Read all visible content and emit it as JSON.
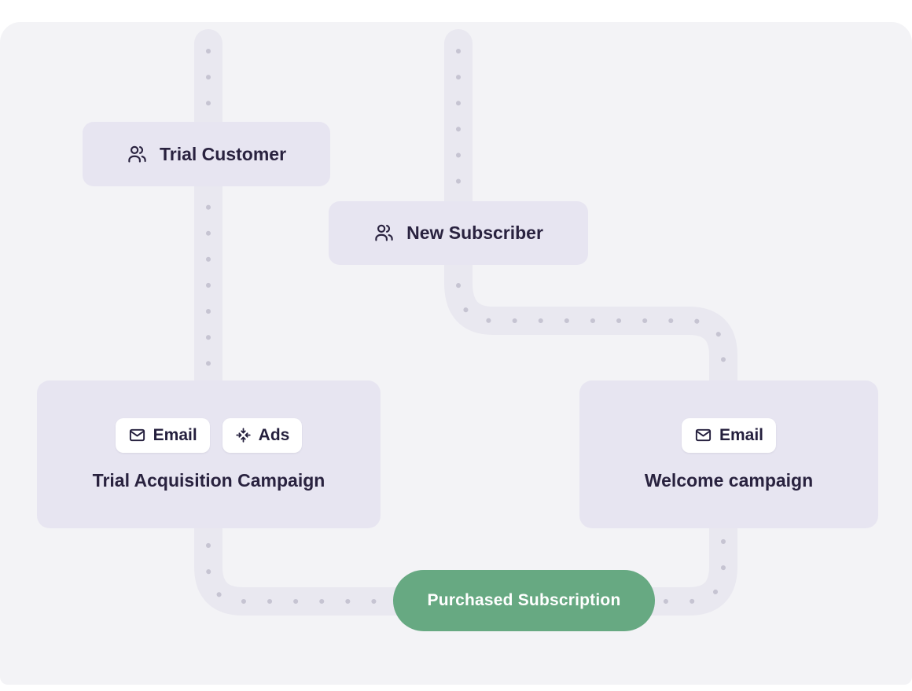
{
  "theme": {
    "canvas_background": "#f3f3f6",
    "track_color": "#e9e8f0",
    "dot_color": "#c6c4d2",
    "node_background": "#e7e5f1",
    "node_text_color": "#29223f",
    "chip_background": "#ffffff",
    "goal_green": "#67a982",
    "goal_text_color": "#ffffff"
  },
  "nodes": {
    "trial_customer": {
      "label": "Trial Customer",
      "icon": "people-icon"
    },
    "new_subscriber": {
      "label": "New Subscriber",
      "icon": "people-icon"
    },
    "trial_acquisition": {
      "label": "Trial Acquisition Campaign",
      "chips": [
        {
          "label": "Email",
          "icon": "email-icon"
        },
        {
          "label": "Ads",
          "icon": "ads-icon"
        }
      ]
    },
    "welcome_campaign": {
      "label": "Welcome campaign",
      "chips": [
        {
          "label": "Email",
          "icon": "email-icon"
        }
      ]
    },
    "purchased_subscription": {
      "label": "Purchased Subscription"
    }
  }
}
